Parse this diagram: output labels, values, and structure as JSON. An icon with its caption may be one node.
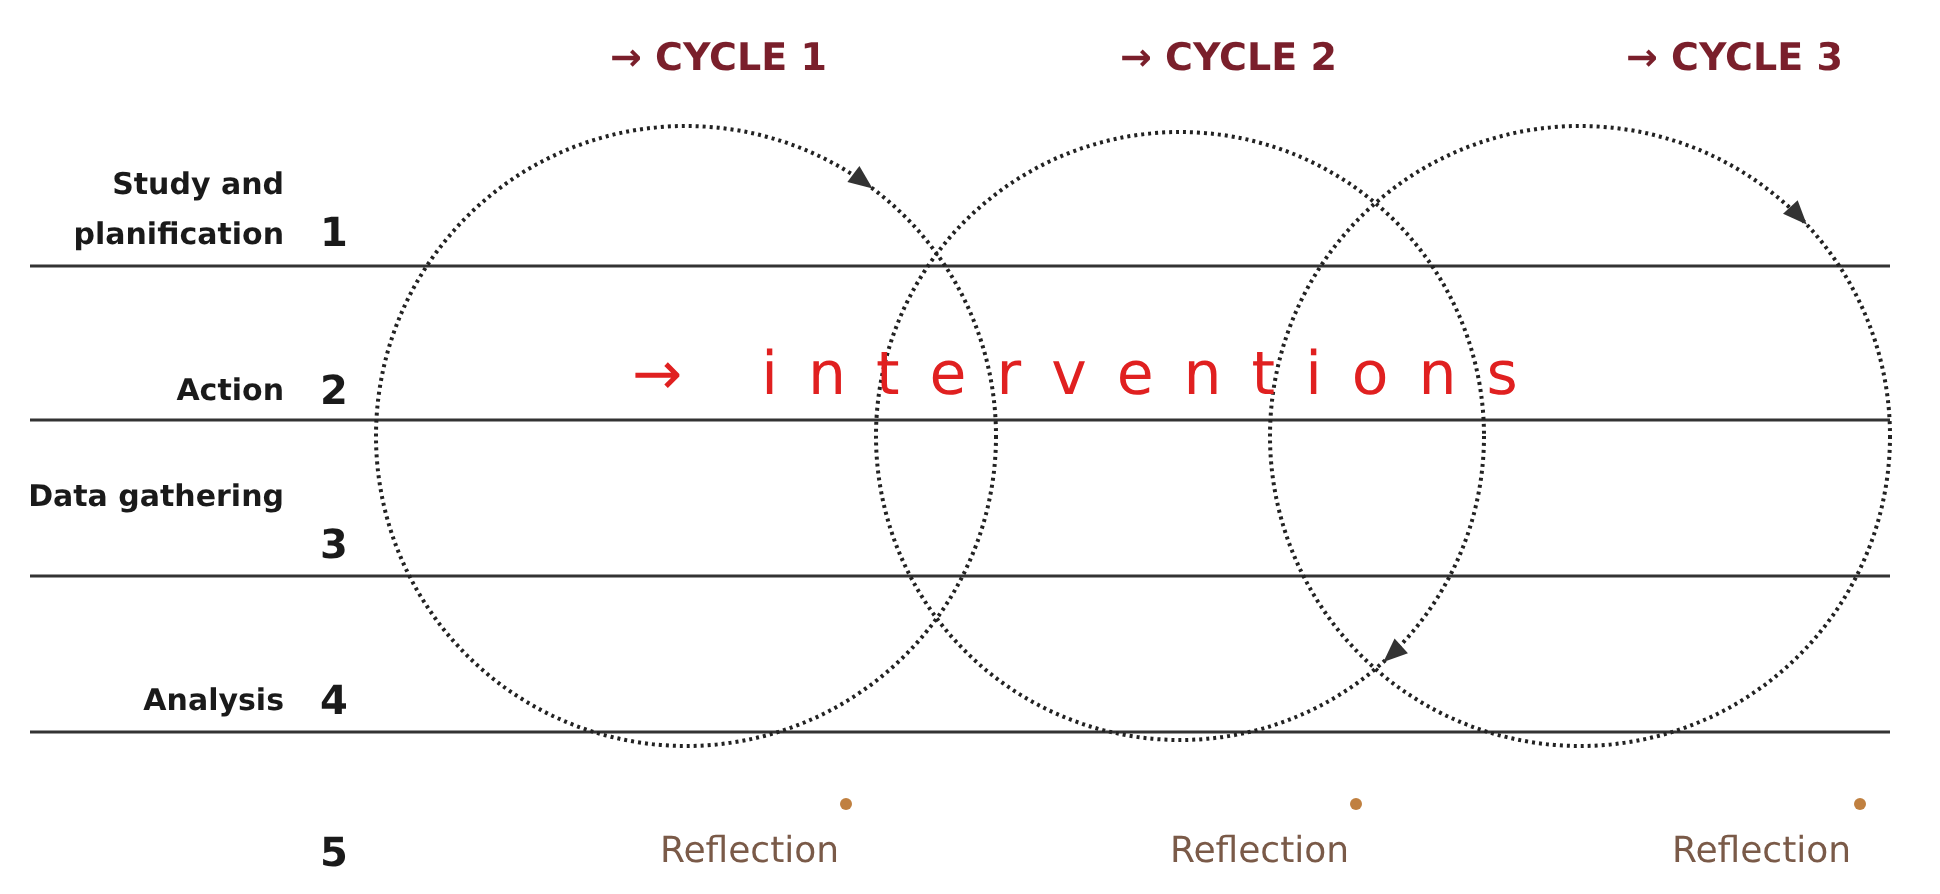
{
  "diagram": {
    "labels": [
      "→ CYCLE 1",
      "→ CYCLE 2",
      "→ CYCLE 3",
      "Study and planification",
      "1",
      "Action",
      "2",
      "→ interventions",
      "Data gathering",
      "3",
      "Analysis",
      "4",
      "5",
      "Reflection",
      "Reflection",
      "Reflection"
    ]
  }
}
